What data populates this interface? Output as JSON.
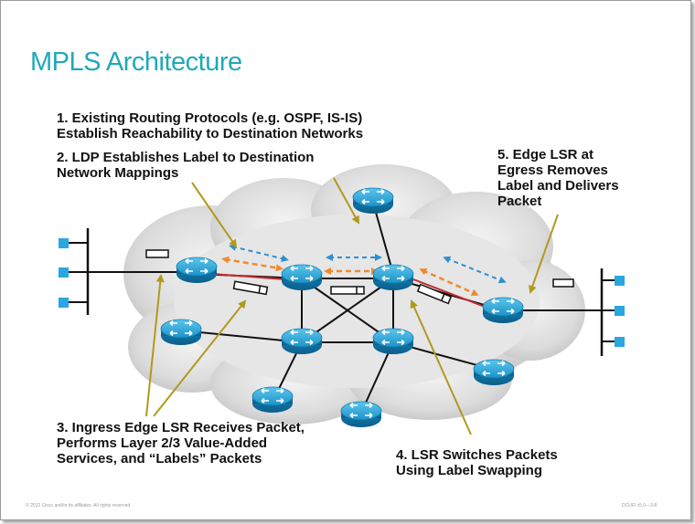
{
  "slide": {
    "title": "MPLS Architecture",
    "captions": {
      "c1_line1": "1. Existing Routing Protocols (e.g. OSPF, IS-IS)",
      "c1_line2": "Establish Reachability to Destination Networks",
      "c2_line1": "2. LDP Establishes Label to Destination",
      "c2_line2": "Network Mappings",
      "c3_line1": "3. Ingress Edge LSR Receives Packet,",
      "c3_line2": "Performs Layer 2/3 Value-Added",
      "c3_line3": "Services, and “Labels” Packets",
      "c4_line1": "4. LSR Switches Packets",
      "c4_line2": "Using Label Swapping",
      "c5_line1": "5. Edge LSR at",
      "c5_line2": "Egress Removes",
      "c5_line3": "Label and Delivers",
      "c5_line4": "Packet"
    },
    "footer_left": "© 2012 Cisco and/or its affiliates. All rights reserved.",
    "footer_right": "DCUFI v5.0—3-8"
  },
  "colors": {
    "title": "#22a8b8",
    "router": "#1a8fc4",
    "host": "#2aa6e0",
    "ldp_arrow": "#2f8fd0",
    "packet_arrow": "#f08a2c",
    "label_path": "#c8282e",
    "callout": "#b09a1e"
  },
  "icons": [
    "router-icon",
    "host-icon",
    "cloud-icon",
    "packet-icon",
    "labeled-packet-icon"
  ]
}
